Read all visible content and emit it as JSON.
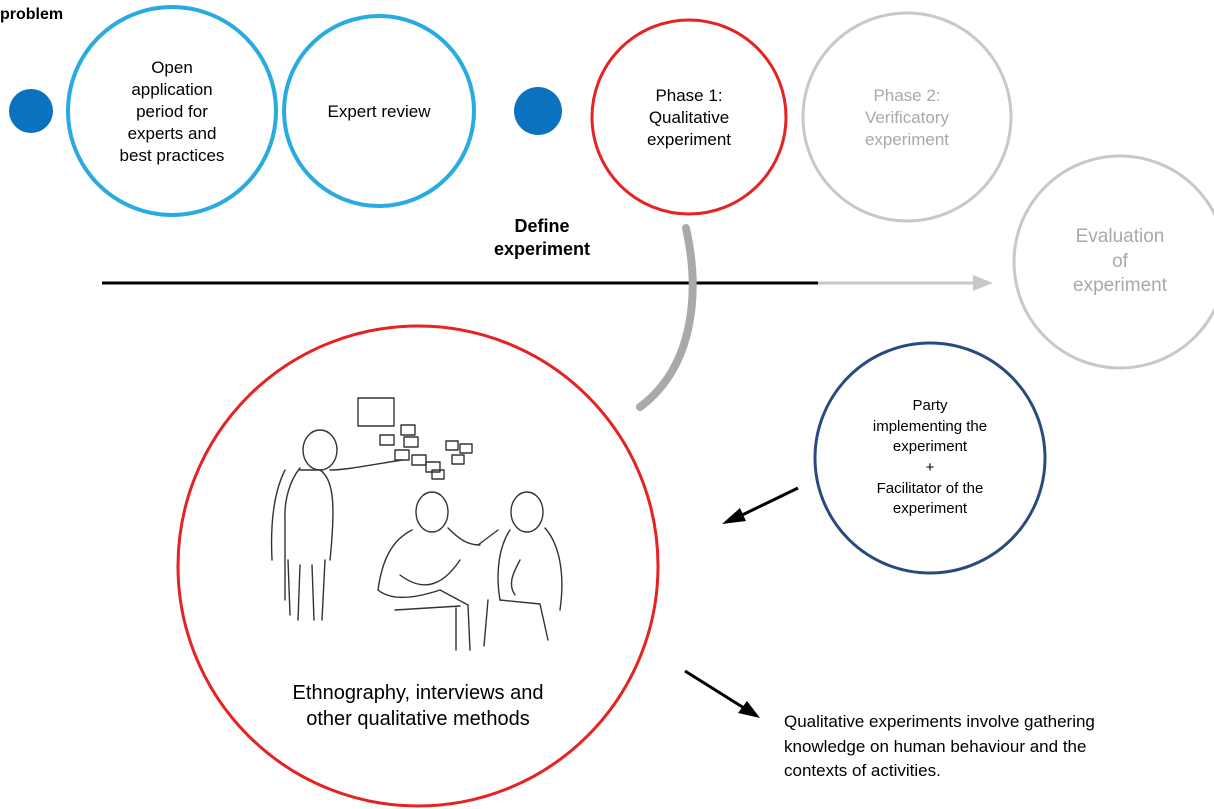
{
  "corner_label": "problem",
  "stages": {
    "open_application": "Open\napplication\nperiod for\nexperts and\nbest practices",
    "expert_review": "Expert review",
    "phase1": "Phase 1:\nQualitative\nexperiment",
    "phase2": "Phase 2:\nVerificatory\nexperiment",
    "evaluation": "Evaluation\nof\nexperiment"
  },
  "timeline_label": "Define\nexperiment",
  "detail": {
    "methods": "Ethnography, interviews and\nother qualitative methods",
    "party": "Party\nimplementing the\nexperiment\n+\nFacilitator of the\nexperiment",
    "note": "Qualitative experiments involve gathering\nknowledge on human behaviour and the\ncontexts of activities."
  },
  "colors": {
    "blue_light": "#29abe2",
    "blue_dot": "#0b72c0",
    "red": "#e42322",
    "gray": "#c8c8c8",
    "gray_text": "#a9a9a9",
    "navy": "#2a4a7f",
    "black": "#000000"
  }
}
